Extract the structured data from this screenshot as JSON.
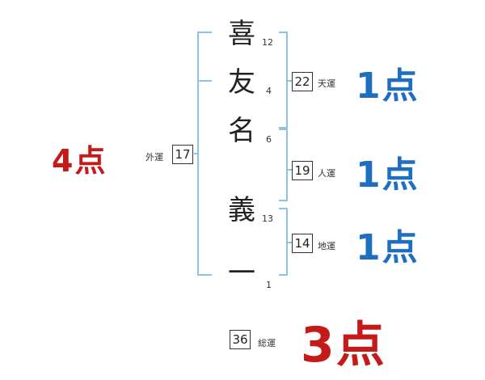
{
  "name_chars": [
    {
      "char": "喜",
      "strokes": "12"
    },
    {
      "char": "友",
      "strokes": "4"
    },
    {
      "char": "名",
      "strokes": "6"
    },
    {
      "char": "義",
      "strokes": "13"
    },
    {
      "char": "一",
      "strokes": "1"
    }
  ],
  "fortunes": {
    "tenkaku": {
      "value": "22",
      "label": "天運",
      "score": "1点"
    },
    "jinkaku": {
      "value": "19",
      "label": "人運",
      "score": "1点"
    },
    "chikaku": {
      "value": "14",
      "label": "地運",
      "score": "1点"
    },
    "gaikaku": {
      "value": "17",
      "label": "外運",
      "score": "4点"
    },
    "soukaku": {
      "value": "36",
      "label": "総運",
      "score": "3点"
    }
  },
  "colors": {
    "bracket": "#8cc4e6",
    "score_blue": "#1e6fc0",
    "score_red": "#c41a1a"
  }
}
